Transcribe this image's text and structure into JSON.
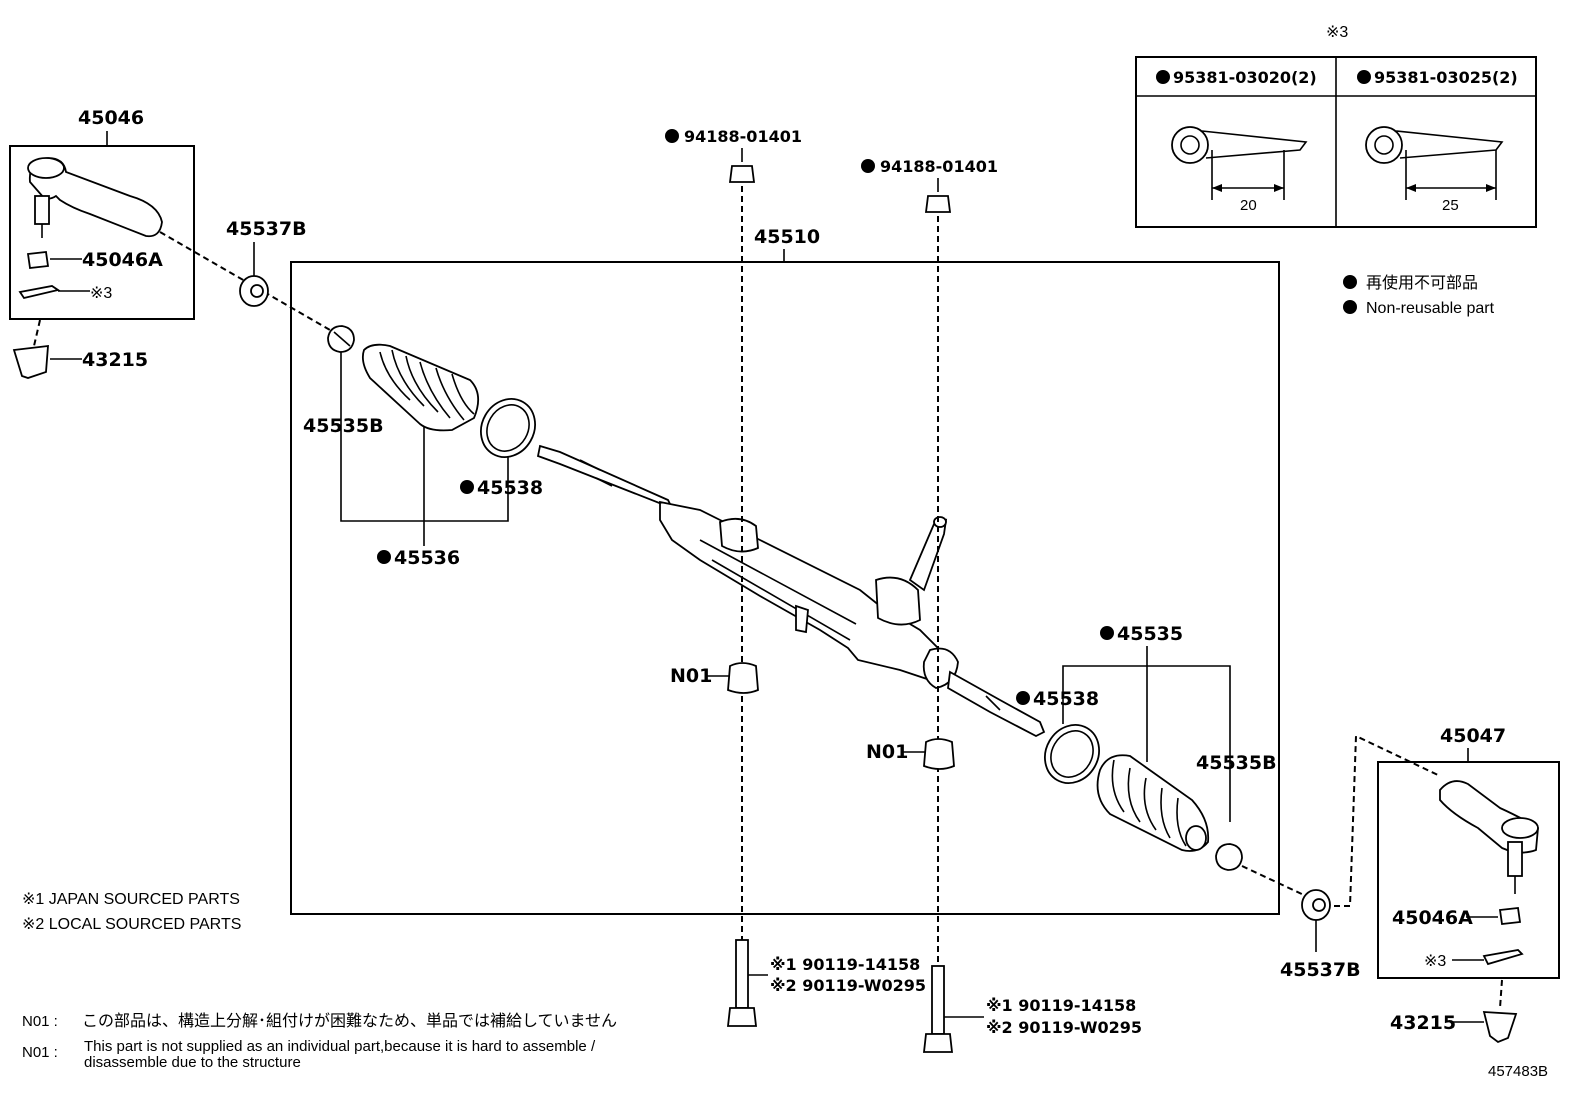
{
  "labels": {
    "p45046": "45046",
    "p45046A_left": "45046A",
    "x3_left": "※3",
    "p43215_left": "43215",
    "p45537B_left": "45537B",
    "p45535B_left": "45535B",
    "p45538_left": "45538",
    "p45536": "45536",
    "p45510": "45510",
    "nut_left": "94188-01401",
    "nut_right": "94188-01401",
    "n01_left": "N01",
    "n01_right": "N01",
    "p45535": "45535",
    "p45538_right": "45538",
    "p45535B_right": "45535B",
    "p45047": "45047",
    "p45046A_right": "45046A",
    "x3_right": "※3",
    "p43215_right": "43215",
    "p45537B_right": "45537B",
    "bolt_left_1": "※1 90119-14158",
    "bolt_left_2": "※2 90119-W0295",
    "bolt_right_1": "※1 90119-14158",
    "bolt_right_2": "※2 90119-W0295"
  },
  "cotter_table": {
    "mark": "※3",
    "left_part": "95381-03020(2)",
    "right_part": "95381-03025(2)",
    "left_dim": "20",
    "right_dim": "25"
  },
  "legend": {
    "jp": "再使用不可部品",
    "en": "Non-reusable part"
  },
  "notes": {
    "japan_sourced": "※1 JAPAN SOURCED PARTS",
    "local_sourced": "※2 LOCAL SOURCED PARTS",
    "n01_label": "N01 :",
    "n01_jp": "この部品は、構造上分解･組付けが困難なため、単品では補給していません",
    "n01_en_1": "This part is not supplied as an individual part,because it is hard to assemble /",
    "n01_en_2": "disassemble due to the structure"
  },
  "figure_id": "457483B"
}
